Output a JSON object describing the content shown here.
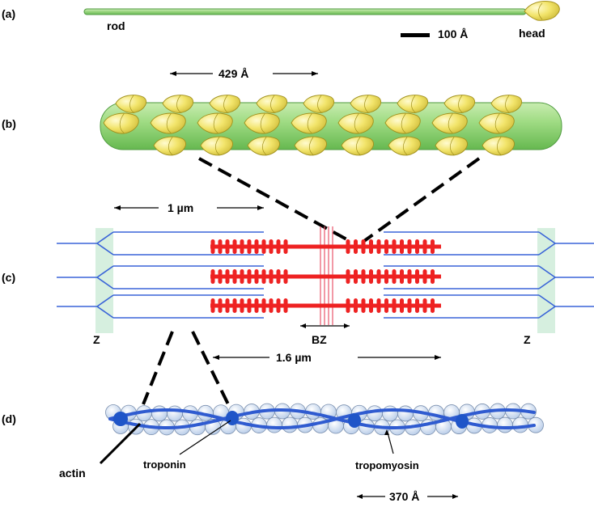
{
  "panels": {
    "a": "(a)",
    "b": "(b)",
    "c": "(c)",
    "d": "(d)"
  },
  "panel_a": {
    "rod_label": "rod",
    "head_label": "head",
    "scale_label": "100  Å"
  },
  "panel_b": {
    "period_label": "429 Å"
  },
  "panel_c": {
    "scale_label": "1  µm",
    "z_left": "Z",
    "z_right": "Z",
    "bz_label": "BZ",
    "length_label": "1.6  µm"
  },
  "panel_d": {
    "actin_label": "actin",
    "troponin_label": "troponin",
    "tropomyosin_label": "tropomyosin",
    "period_label": "370 Å"
  },
  "colors": {
    "myosin_rod": "#a8d890",
    "myosin_head": "#f0e060",
    "thin_filament": "#3a64d8",
    "thick_filament": "#ee2222",
    "z_disc": "#d8f0e0",
    "actin_bead": "#c9dbf2",
    "troponin": "#1f55c8"
  }
}
